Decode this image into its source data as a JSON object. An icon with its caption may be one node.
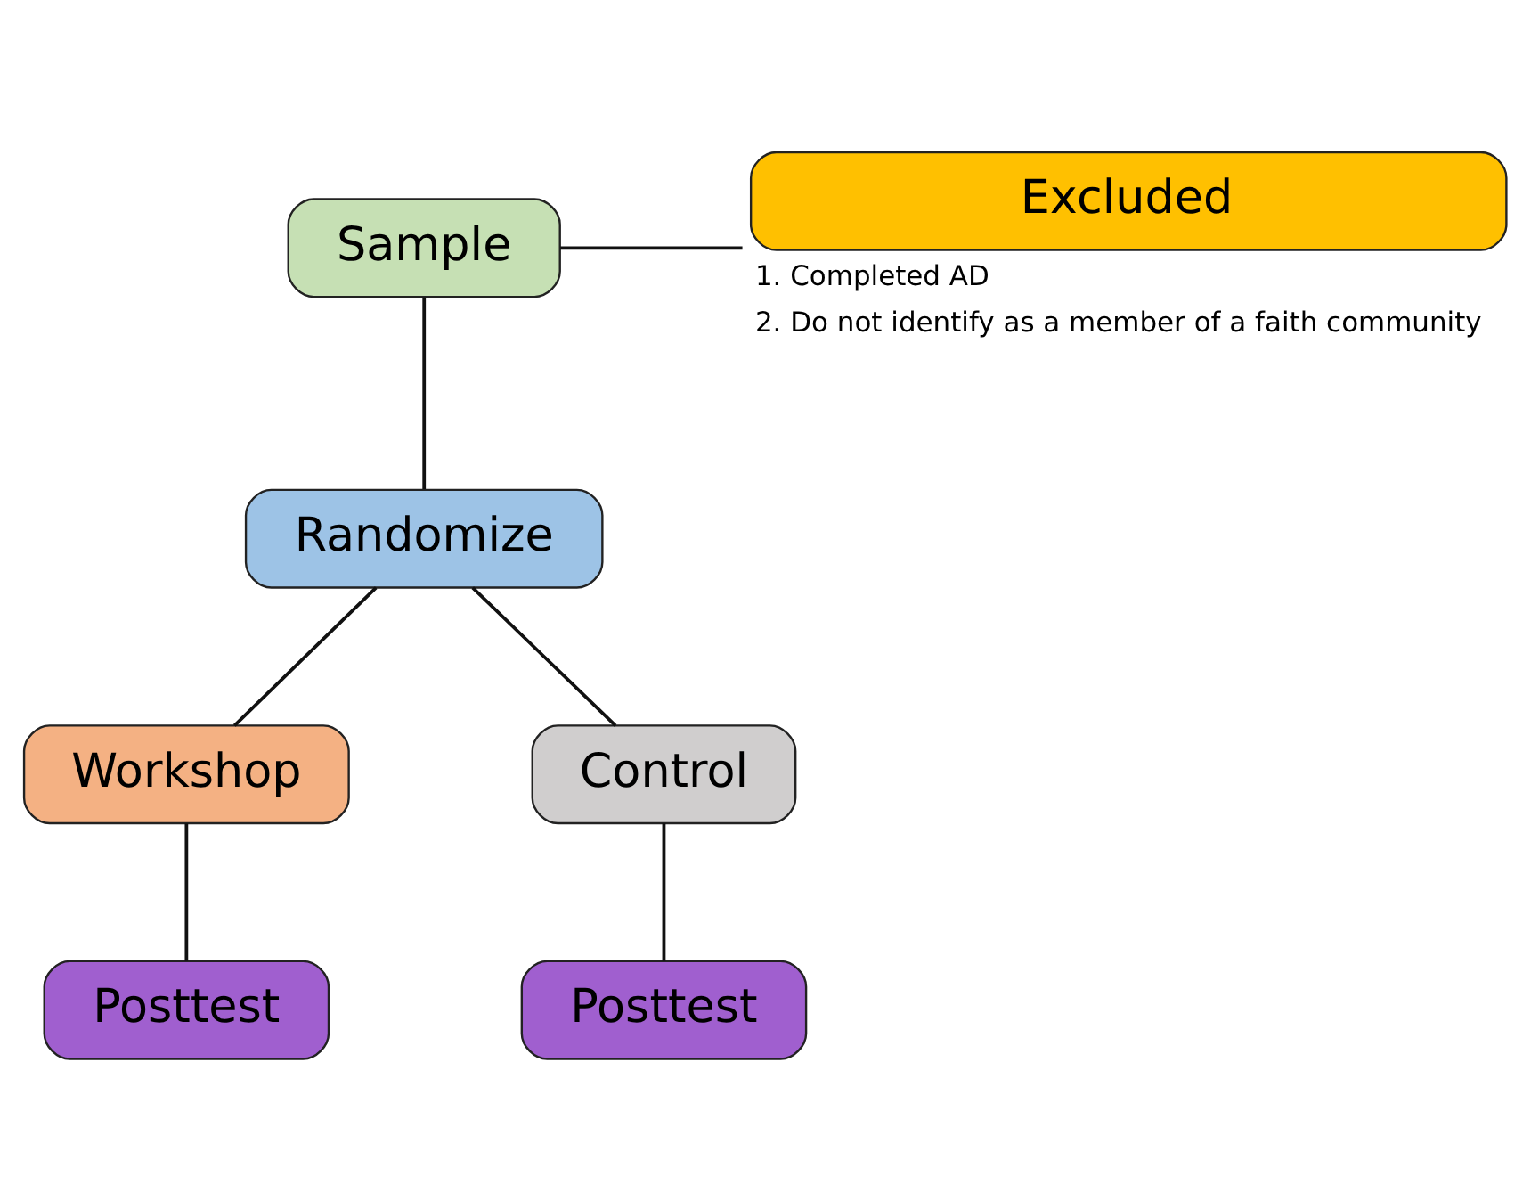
{
  "diagram": {
    "nodes": [
      {
        "text": [
          "Sample"
        ]
      },
      {
        "text": [
          "Excluded"
        ],
        "beside": [
          "1. Completed AD",
          "2. Do not identify as a member of a faith community"
        ]
      },
      {
        "text": [
          "Randomize"
        ]
      },
      {
        "text": [
          "Workshop"
        ]
      },
      {
        "text": [
          "Control"
        ]
      },
      {
        "text": [
          "Posttest"
        ]
      },
      {
        "text": [
          "Posttest"
        ]
      }
    ],
    "edges": [
      {
        "from": 0,
        "to": 2,
        "arrow": "none"
      },
      {
        "from": 0,
        "to": 1,
        "arrow": "none"
      },
      {
        "from": 2,
        "to": 3,
        "arrow": "none"
      },
      {
        "from": 2,
        "to": 4,
        "arrow": "none"
      },
      {
        "from": 3,
        "to": 5,
        "arrow": "none"
      },
      {
        "from": 4,
        "to": 6,
        "arrow": "none"
      }
    ]
  }
}
